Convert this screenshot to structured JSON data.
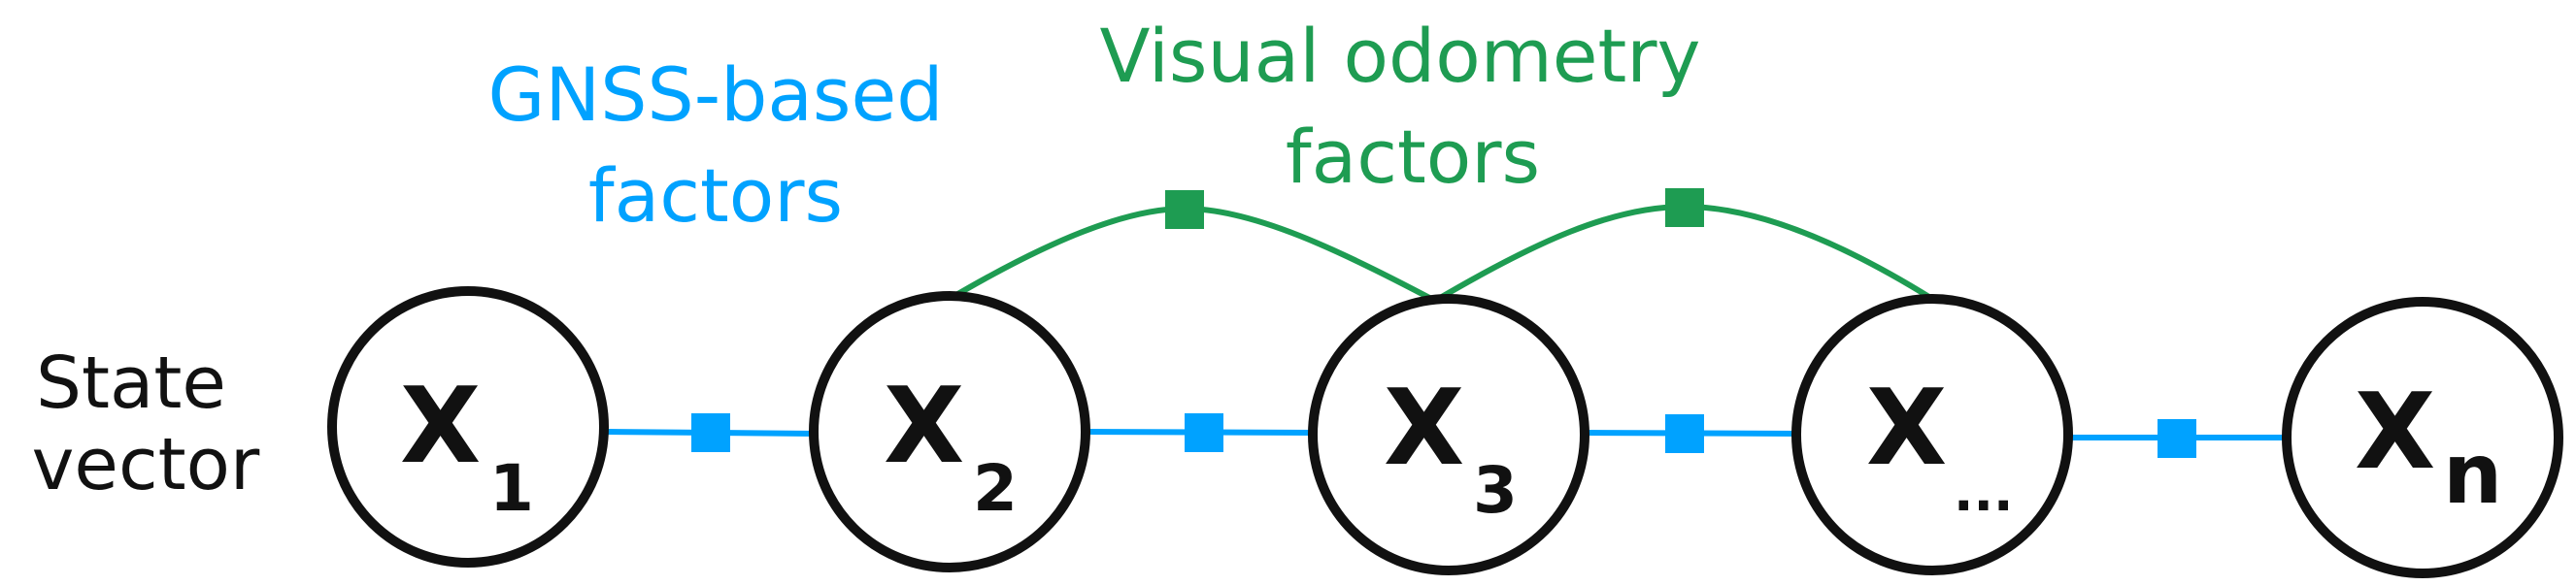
{
  "labels": {
    "state_line1": "State",
    "state_line2": "vector",
    "gnss_line1": "GNSS-based",
    "gnss_line2": "factors",
    "vo_line1": "Visual odometry",
    "vo_line2": "factors"
  },
  "nodes": [
    {
      "main": "X",
      "sub": "1"
    },
    {
      "main": "X",
      "sub": "2"
    },
    {
      "main": "X",
      "sub": "3"
    },
    {
      "main": "X",
      "sub": "..."
    },
    {
      "main": "X",
      "sub": "n"
    }
  ],
  "colors": {
    "gnss": "#00a2ff",
    "vo": "#1e9c52",
    "node_stroke": "#111111",
    "text": "#111111"
  }
}
